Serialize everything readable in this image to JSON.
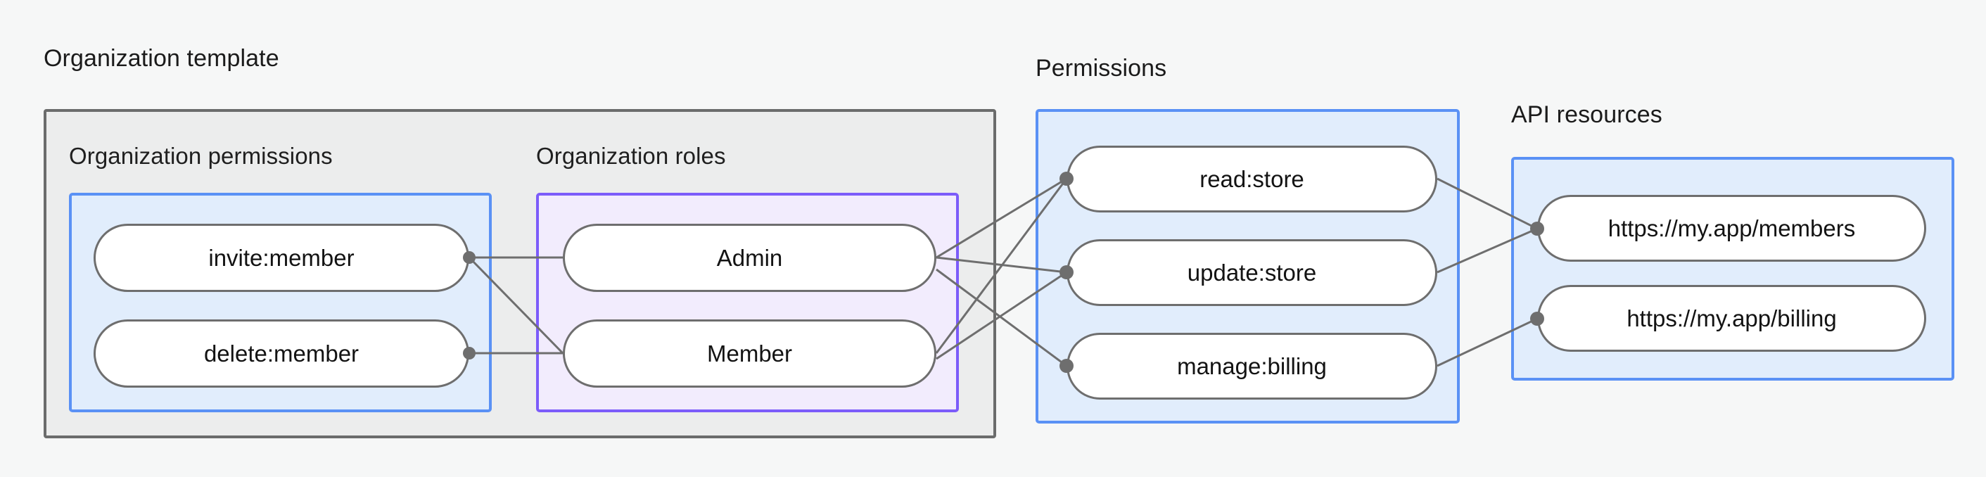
{
  "diagram": {
    "title": "Organization template diagram",
    "background_color": "#f6f7f7",
    "edge_color": "#6e6e6e",
    "text_color": "#1b1b1b"
  },
  "groups": {
    "organization_template": {
      "caption": "Organization template",
      "border_color": "#6b6c6c",
      "fill_color": "#eceded"
    },
    "organization_permissions": {
      "caption": "Organization permissions",
      "border_color": "#5a91f5",
      "fill_color": "#e1edfc",
      "nodes": [
        {
          "label": "invite:member"
        },
        {
          "label": "delete:member"
        }
      ]
    },
    "organization_roles": {
      "caption": "Organization roles",
      "border_color": "#7c5cfa",
      "fill_color": "#f2ecfd",
      "nodes": [
        {
          "label": "Admin"
        },
        {
          "label": "Member"
        }
      ]
    },
    "permissions": {
      "caption": "Permissions",
      "border_color": "#5a91f5",
      "fill_color": "#e1edfc",
      "nodes": [
        {
          "label": "read:store"
        },
        {
          "label": "update:store"
        },
        {
          "label": "manage:billing"
        }
      ]
    },
    "api_resources": {
      "caption": "API resources",
      "border_color": "#5a91f5",
      "fill_color": "#e1edfc",
      "nodes": [
        {
          "label": "https://my.app/members"
        },
        {
          "label": "https://my.app/billing"
        }
      ]
    }
  },
  "connections": [
    {
      "from": "invite:member",
      "to": "Admin"
    },
    {
      "from": "invite:member",
      "to": "Member"
    },
    {
      "from": "delete:member",
      "to": "Member"
    },
    {
      "from": "Admin",
      "to": "read:store"
    },
    {
      "from": "Admin",
      "to": "update:store"
    },
    {
      "from": "Admin",
      "to": "manage:billing"
    },
    {
      "from": "Member",
      "to": "read:store"
    },
    {
      "from": "Member",
      "to": "update:store"
    },
    {
      "from": "read:store",
      "to": "https://my.app/members"
    },
    {
      "from": "update:store",
      "to": "https://my.app/members"
    },
    {
      "from": "manage:billing",
      "to": "https://my.app/billing"
    }
  ]
}
